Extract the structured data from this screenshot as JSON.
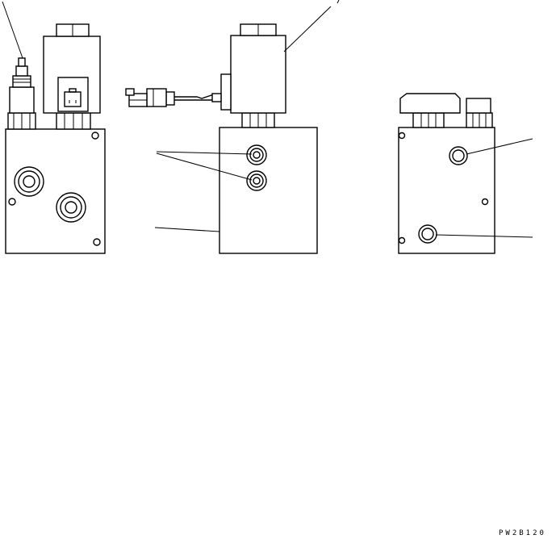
{
  "diagram": {
    "code": "PW2B120",
    "views": [
      {
        "view": "left",
        "parts": [
          "sensor",
          "solenoid-coil",
          "connector",
          "valve-block",
          "port",
          "port"
        ]
      },
      {
        "view": "front",
        "parts": [
          "solenoid-coil",
          "cable-connector",
          "valve-block",
          "port",
          "port"
        ]
      },
      {
        "view": "right",
        "parts": [
          "solenoid-coil",
          "sensor",
          "valve-block",
          "port",
          "port"
        ]
      }
    ]
  }
}
